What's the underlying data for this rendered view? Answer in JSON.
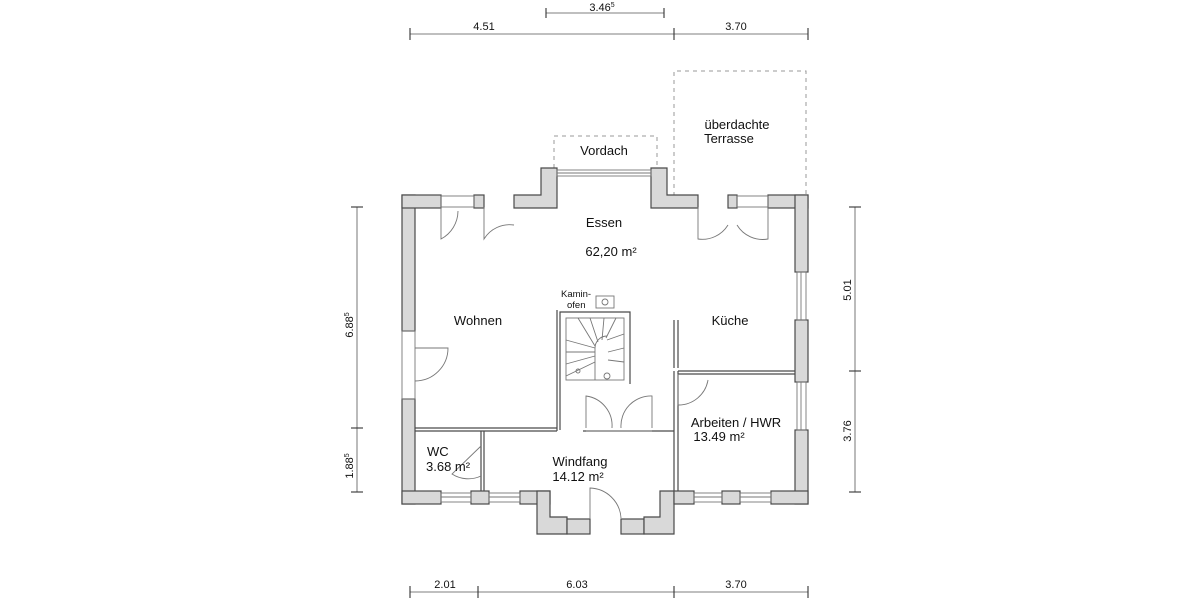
{
  "rooms": {
    "essen": {
      "name": "Essen",
      "area": "62,20 m²"
    },
    "wohnen": {
      "name": "Wohnen"
    },
    "kueche": {
      "name": "Küche"
    },
    "arbeiten": {
      "name": "Arbeiten / HWR",
      "area": "13.49 m²"
    },
    "wc": {
      "name": "WC",
      "area": "3.68 m²"
    },
    "windfang": {
      "name": "Windfang",
      "area": "14.12 m²"
    }
  },
  "labels": {
    "vordach": "Vordach",
    "terrasse_line1": "überdachte",
    "terrasse_line2": "Terrasse",
    "kamin_line1": "Kamin-",
    "kamin_line2": "ofen"
  },
  "dimensions": {
    "top_left": "4.51",
    "top_center": "3.46",
    "top_center_sup": "5",
    "top_right": "3.70",
    "bottom_left": "2.01",
    "bottom_center": "6.03",
    "bottom_right": "3.70",
    "left_upper": "6.88",
    "left_upper_sup": "5",
    "left_lower": "1.88",
    "left_lower_sup": "5",
    "right_upper": "5.01",
    "right_lower": "3.76"
  }
}
